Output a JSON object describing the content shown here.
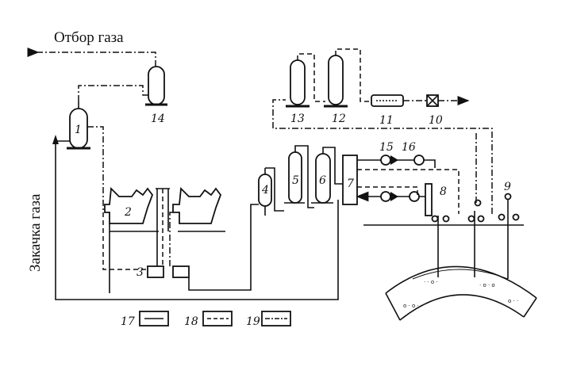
{
  "labels": {
    "gas_withdrawal": "Отбор газа",
    "gas_injection": "Закачка газа"
  },
  "equipment": {
    "n1": "1",
    "n2": "2",
    "n3": "3",
    "n4": "4",
    "n5": "5",
    "n6": "6",
    "n7": "7",
    "n8": "8",
    "n9": "9",
    "n10": "10",
    "n11": "11",
    "n12": "12",
    "n13": "13",
    "n14": "14",
    "n15": "15",
    "n16": "16"
  },
  "legend": {
    "l17": "17",
    "l18": "18",
    "l19": "19"
  }
}
